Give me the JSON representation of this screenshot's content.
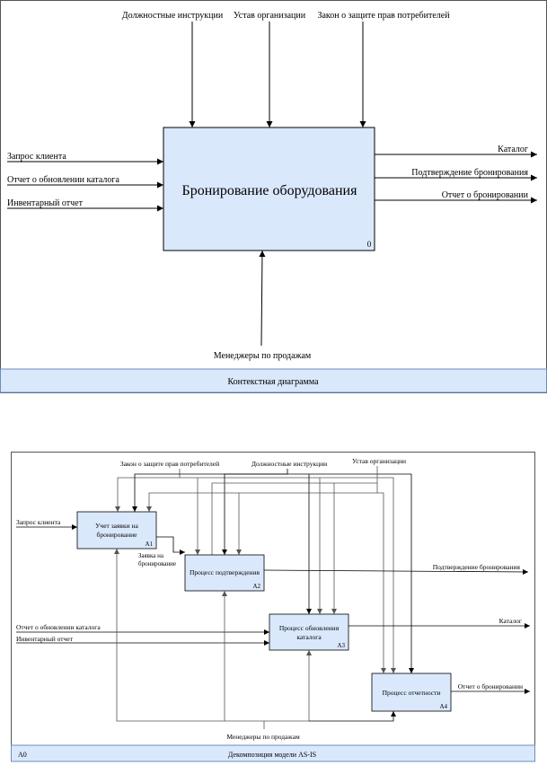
{
  "context": {
    "controls": [
      "Должностные инструкции",
      "Устав организации",
      "Закон о защите прав потребителей"
    ],
    "inputs": [
      "Запрос клиента",
      "Отчет о обновлении каталога",
      "Инвентарный отчет"
    ],
    "outputs": [
      "Каталог",
      "Подтверждение бронирования",
      "Отчет о бронировании"
    ],
    "mechanism": "Менеджеры по продажам",
    "process_title": "Бронирование оборудования",
    "process_number": "0",
    "footer": "Контекстная диаграмма"
  },
  "decomposition": {
    "controls": {
      "law": "Закон о защите прав потребителей",
      "instructions": "Должностные инструкции",
      "charter": "Устав организации"
    },
    "inputs": {
      "request": "Запрос клиента",
      "catalog_report": "Отчет о обновлении каталога",
      "inventory_report": "Инвентарный отчет"
    },
    "outputs": {
      "confirmation": "Подтверждение бронирования",
      "catalog": "Каталог",
      "booking_report": "Отчет о бронировании"
    },
    "intermediate": [
      "Заявка на",
      "бронирование"
    ],
    "mechanism": "Менеджеры по продажам",
    "boxes": [
      {
        "lines": [
          "Учет заявки на",
          "бронирование"
        ],
        "number": "A1"
      },
      {
        "lines": [
          "Процесс подтверждения"
        ],
        "number": "A2"
      },
      {
        "lines": [
          "Процесс обновления",
          "каталога"
        ],
        "number": "A3"
      },
      {
        "lines": [
          "Процесс отчетности"
        ],
        "number": "A4"
      }
    ],
    "footer_node": "A0",
    "footer_title": "Декомпозиция модели AS-IS"
  }
}
